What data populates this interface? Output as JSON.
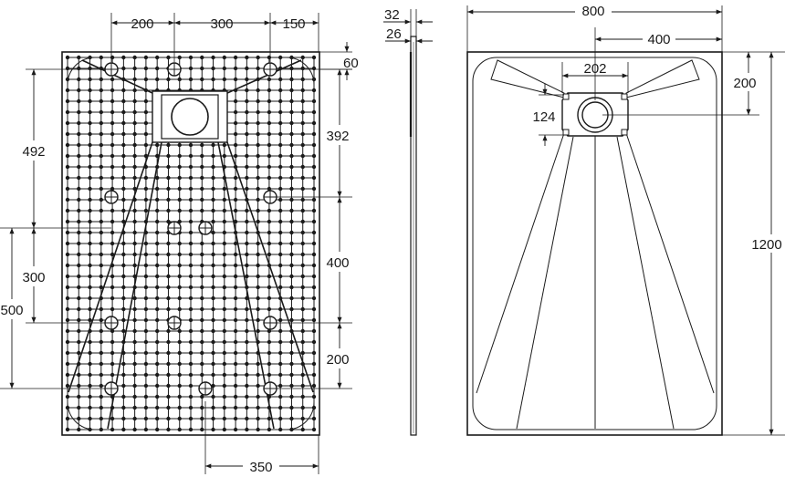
{
  "underside": {
    "top_dims": [
      "200",
      "300",
      "150"
    ],
    "edge_dim": "60",
    "left_dims": [
      "492",
      "300",
      "500"
    ],
    "right_dims": [
      "392",
      "400",
      "200"
    ],
    "bottom_dim": "350"
  },
  "side_profile": {
    "dims": [
      "32",
      "26"
    ]
  },
  "top_view": {
    "width": "800",
    "half_width": "400",
    "drain_width": "202",
    "drain_offset": "200",
    "drain_height": "124",
    "length": "1200"
  }
}
